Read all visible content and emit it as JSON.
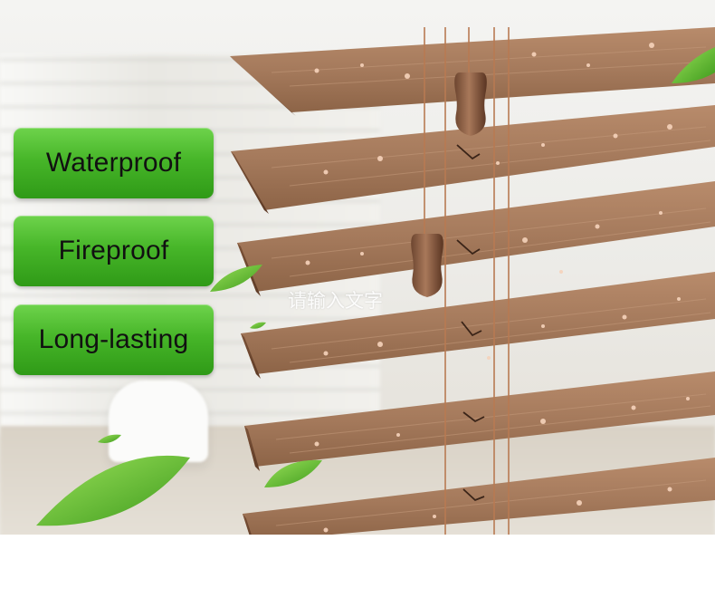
{
  "features": [
    {
      "label": "Waterproof"
    },
    {
      "label": "Fireproof"
    },
    {
      "label": "Long-lasting"
    }
  ],
  "overlay_placeholder": "请输入文字",
  "colors": {
    "label_green_top": "#6ed34c",
    "label_green_bottom": "#2f9a17",
    "slat_wood": "#a57a5c",
    "leaf_green": "#6cc23a"
  },
  "icons": [
    "leaf-icon",
    "water-drop-icon",
    "wooden-tassel-icon"
  ]
}
